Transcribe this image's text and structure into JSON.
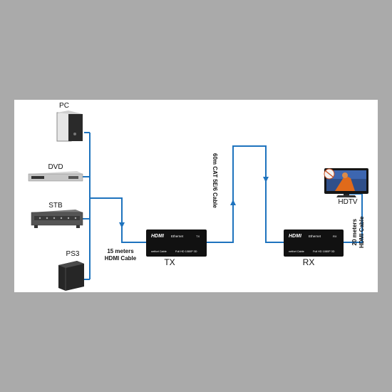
{
  "devices": {
    "pc": "PC",
    "dvd": "DVD",
    "stb": "STB",
    "ps3": "PS3",
    "hdtv": "HDTV"
  },
  "cables": {
    "hdmi_in": [
      "15 meters",
      "HDMI Cable"
    ],
    "cat": "60m CAT 5E/6 Cable",
    "hdmi_out": [
      "20 meters",
      "HDMI Cable"
    ]
  },
  "units": {
    "tx": {
      "label": "TX",
      "logo": "HDMI",
      "sub": "Ethernet",
      "model": "TX",
      "bottom_left": "netfort Cable",
      "bottom_right": "Full HD 1080P 3D"
    },
    "rx": {
      "label": "RX",
      "logo": "HDMI",
      "sub": "Ethernet",
      "model": "RX",
      "bottom_left": "netfort Cable",
      "bottom_right": "Full HD 1080P 3D"
    }
  },
  "colors": {
    "page_border": "#aaaaaa",
    "panel": "#ffffff",
    "cable": "#1e73be",
    "unit_body": "#111111"
  }
}
